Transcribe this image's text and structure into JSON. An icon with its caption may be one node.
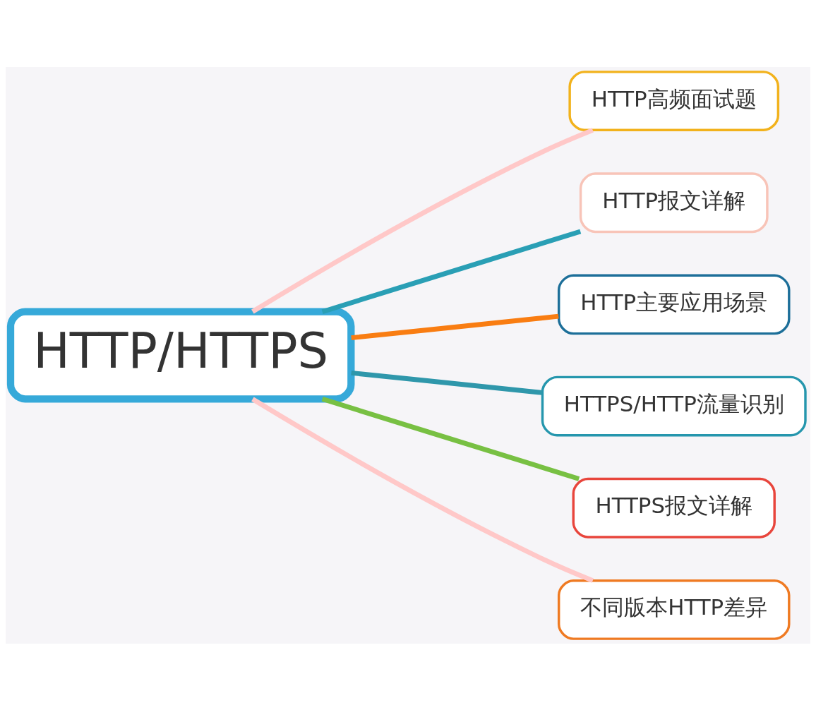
{
  "diagram": {
    "nodes": [
      {
        "text": [
          "HTTP/HTTPS"
        ]
      },
      {
        "text": [
          "HTTP高频面试题"
        ]
      },
      {
        "text": [
          "HTTP报文详解"
        ]
      },
      {
        "text": [
          "HTTP主要应用场景"
        ]
      },
      {
        "text": [
          "HTTPS/HTTP流量识别"
        ]
      },
      {
        "text": [
          "HTTPS报文详解"
        ]
      },
      {
        "text": [
          "不同版本HTTP差异"
        ]
      }
    ],
    "edges": [
      {
        "from": 0,
        "to": 1,
        "arrow": "none",
        "color": "#ffc8c8"
      },
      {
        "from": 0,
        "to": 2,
        "arrow": "none",
        "color": "#2a9fb5"
      },
      {
        "from": 0,
        "to": 3,
        "arrow": "none",
        "color": "#f97d12"
      },
      {
        "from": 0,
        "to": 4,
        "arrow": "none",
        "color": "#2f97ab"
      },
      {
        "from": 0,
        "to": 5,
        "arrow": "none",
        "color": "#78c043"
      },
      {
        "from": 0,
        "to": 6,
        "arrow": "none",
        "color": "#ffc8c8"
      }
    ]
  }
}
